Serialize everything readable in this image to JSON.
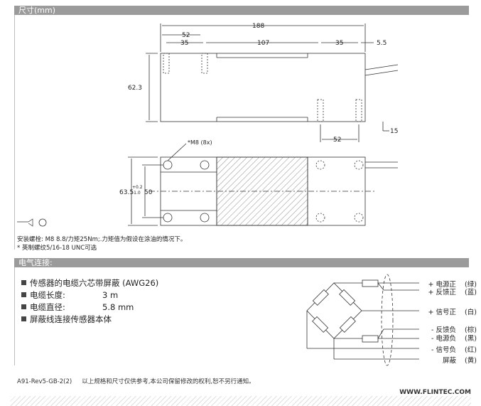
{
  "sections": {
    "dimensions_title": "尺寸(mm)",
    "electrical_title": "电气连接:"
  },
  "drawing": {
    "dim_188": "188",
    "dim_52": "52",
    "dim_35a": "35",
    "dim_107": "107",
    "dim_35b": "35",
    "dim_5_5": "5.5",
    "dim_62_3": "62.3",
    "dim_15": "15",
    "dim_52b": "52",
    "thread_label": "*M8 (8x)",
    "dim_63_5": "63.5",
    "dim_tol_up": "+0.2",
    "dim_tol_dn": "-1.0",
    "dim_50": "50"
  },
  "notes": {
    "mounting": "安装螺栓: M8 8.8/力矩25Nm;.力矩值为假设在涂油的情况下。",
    "imperial": "* 英制螺纹5/16-18 UNC可选"
  },
  "electrical": {
    "items": [
      {
        "label": "传感器的电缆六芯带屏蔽 (AWG26)",
        "value": ""
      },
      {
        "label": "电缆长度:",
        "value": "3 m"
      },
      {
        "label": "电缆直径:",
        "value": "5.8 mm"
      },
      {
        "label": "屏蔽线连接传感器本体",
        "value": ""
      }
    ],
    "wires": [
      {
        "name": "+ 电源正",
        "color": "(绿)"
      },
      {
        "name": "+ 反馈正",
        "color": "(蓝)"
      },
      {
        "name": "+ 信号正",
        "color": "(白)"
      },
      {
        "name": "- 反馈负",
        "color": "(棕)"
      },
      {
        "name": "- 电源负",
        "color": "(黑)"
      },
      {
        "name": "- 信号负",
        "color": "(红)"
      },
      {
        "name": "屏蔽",
        "color": "(黄)"
      }
    ]
  },
  "footer": {
    "code": "A91-Rev5-GB-2(2)",
    "disclaimer": "以上规格和尺寸仅供参考,本公司保留修改的权利,恕不另行通知。",
    "website": "WWW.FLINTEC.COM"
  },
  "colors": {
    "section_bar": "#9b9b9b",
    "line": "#333333",
    "hatch": "#bbbbbb"
  }
}
